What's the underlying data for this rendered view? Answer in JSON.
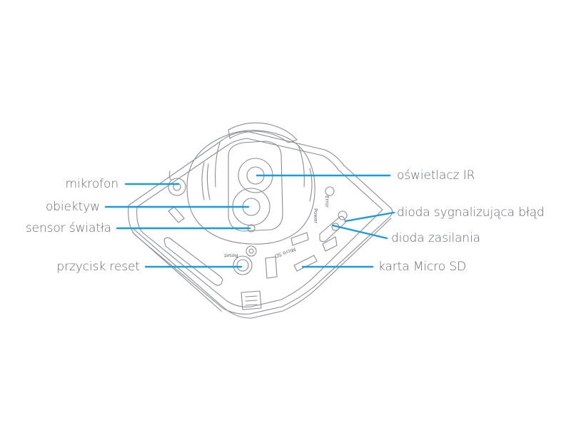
{
  "labels": {
    "mikrofon": "mikrofon",
    "obiektyw": "obiektyw",
    "sensor": "sensor światła",
    "reset": "przycisk reset",
    "ir": "oświetlacz IR",
    "error_led": "dioda sygnalizująca błąd",
    "power_led": "dioda zasilania",
    "sd": "karta Micro SD"
  },
  "device_marks": {
    "power": "Power",
    "error": "Error",
    "reset": "Reset",
    "micro_sd": "Micro SD"
  },
  "colors": {
    "leader": "#1a9be0",
    "outline": "#8a8e92",
    "text": "#666a6e"
  }
}
